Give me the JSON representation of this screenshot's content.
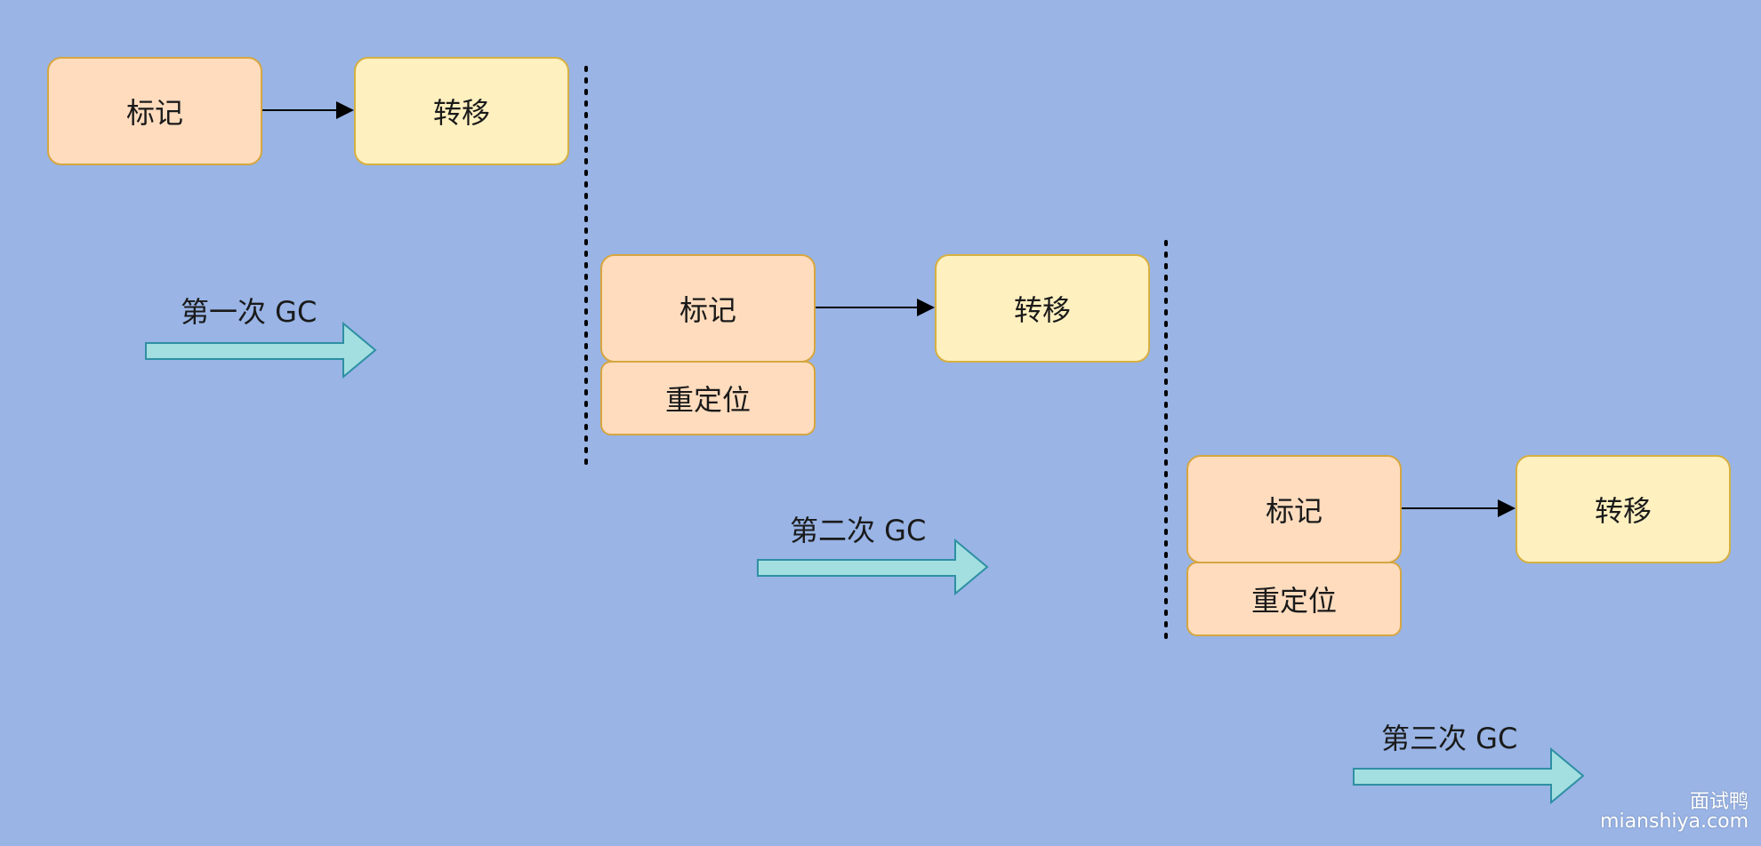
{
  "stages": [
    {
      "mark": "标记",
      "move": "转移",
      "gc": "第一次 GC"
    },
    {
      "mark": "标记",
      "reloc": "重定位",
      "move": "转移",
      "gc": "第二次 GC"
    },
    {
      "mark": "标记",
      "reloc": "重定位",
      "move": "转移",
      "gc": "第三次 GC"
    }
  ],
  "watermark": {
    "line1": "面试鸭",
    "line2": "mianshiya.com"
  },
  "colors": {
    "background": "#99b4e5",
    "mark_fill": "#ffdcbe",
    "move_fill": "#fff0c0",
    "box_border": "#d6a640",
    "gc_arrow_fill": "#a3dfe0",
    "gc_arrow_stroke": "#2e8fa3"
  }
}
